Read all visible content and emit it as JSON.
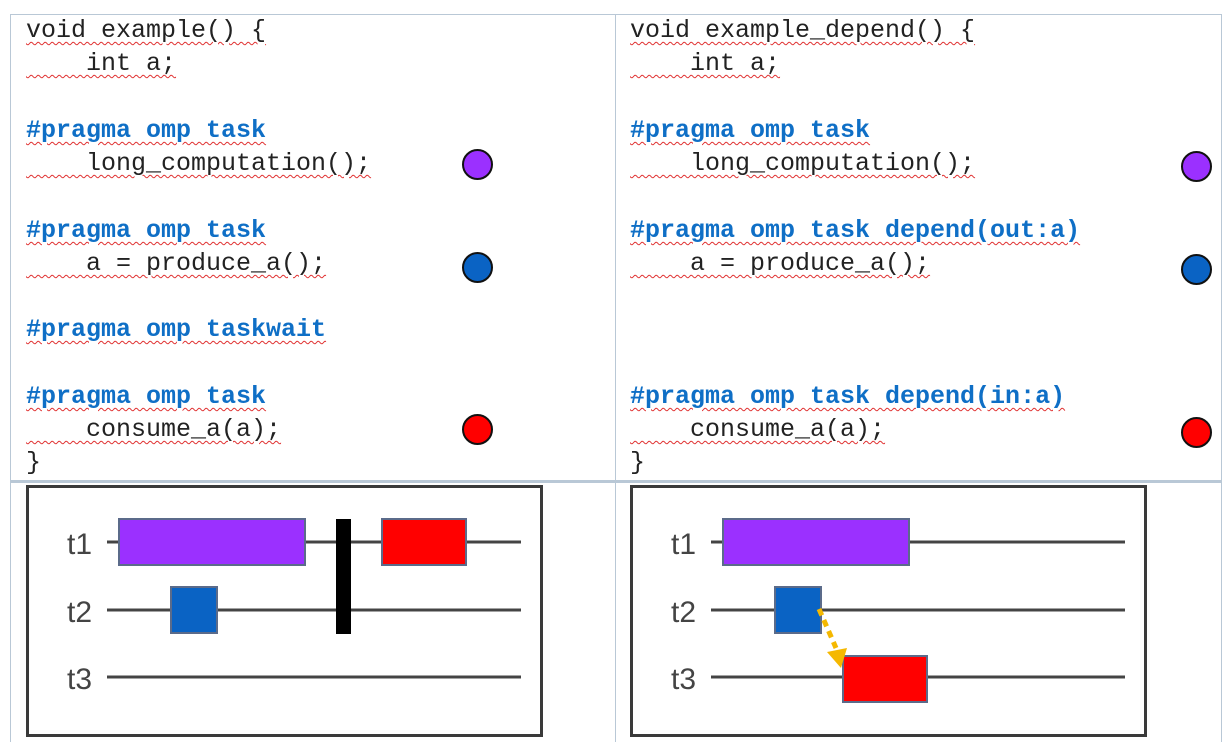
{
  "left": {
    "code": {
      "header": "void example() {",
      "decl": "    int a;",
      "pragma1": "#pragma omp task",
      "call1": "    long_computation();",
      "pragma2": "#pragma omp task",
      "call2": "    a = produce_a();",
      "pragma3": "#pragma omp taskwait",
      "pragma4": "#pragma omp task",
      "call4": "    consume_a(a);",
      "close": "}"
    },
    "timeline": {
      "rows": [
        "t1",
        "t2",
        "t3"
      ]
    }
  },
  "right": {
    "code": {
      "header": "void example_depend() {",
      "decl": "    int a;",
      "pragma1": "#pragma omp task",
      "call1": "    long_computation();",
      "pragma2": "#pragma omp task depend(out:a)",
      "call2": "    a = produce_a();",
      "pragma4": "#pragma omp task depend(in:a)",
      "call4": "    consume_a(a);",
      "close": "}"
    },
    "timeline": {
      "rows": [
        "t1",
        "t2",
        "t3"
      ]
    }
  },
  "colors": {
    "long_computation": "#9b30ff",
    "produce_a": "#0a63c4",
    "consume_a": "#ff0000",
    "taskwait_barrier": "#000000",
    "dependency_arrow": "#f5b800"
  }
}
